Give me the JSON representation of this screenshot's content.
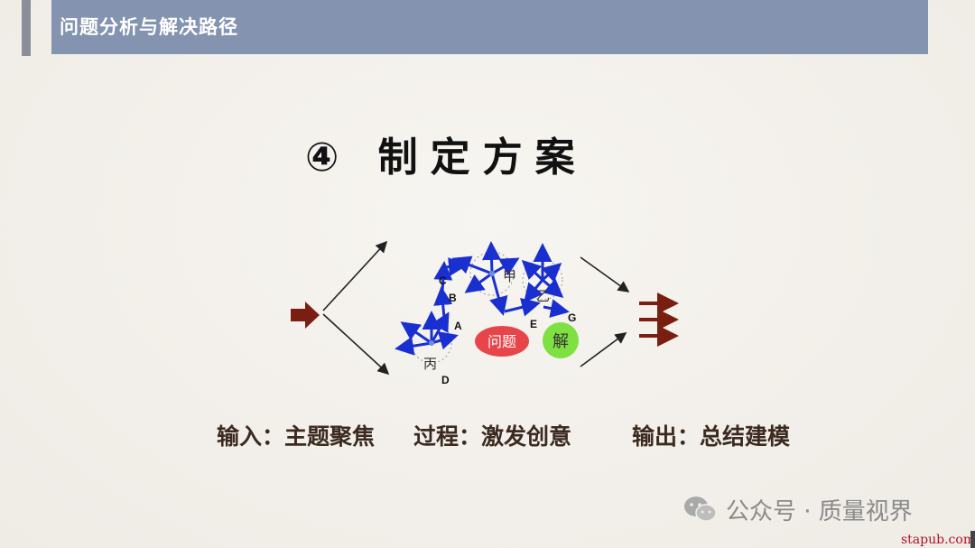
{
  "header": {
    "title": "问题分析与解决路径"
  },
  "step": {
    "title": "④ 制定方案"
  },
  "diagram": {
    "points": [
      "A",
      "B",
      "C",
      "D",
      "E",
      "G"
    ],
    "nodes": {
      "jia": "甲",
      "yi": "乙",
      "bing": "丙"
    },
    "problem_label": "问题",
    "solution_label": "解",
    "colors": {
      "vector": "#1a2fd0",
      "problem": "#e8454a",
      "solution": "#7ee041",
      "arrow": "#7a1e12"
    }
  },
  "captions": {
    "input": "输入：主题聚焦",
    "process": "过程：激发创意",
    "output": "输出：总结建模"
  },
  "watermark": {
    "text": "公众号 · 质量视界",
    "icon": "wechat-icon"
  },
  "site": "stapub.com"
}
